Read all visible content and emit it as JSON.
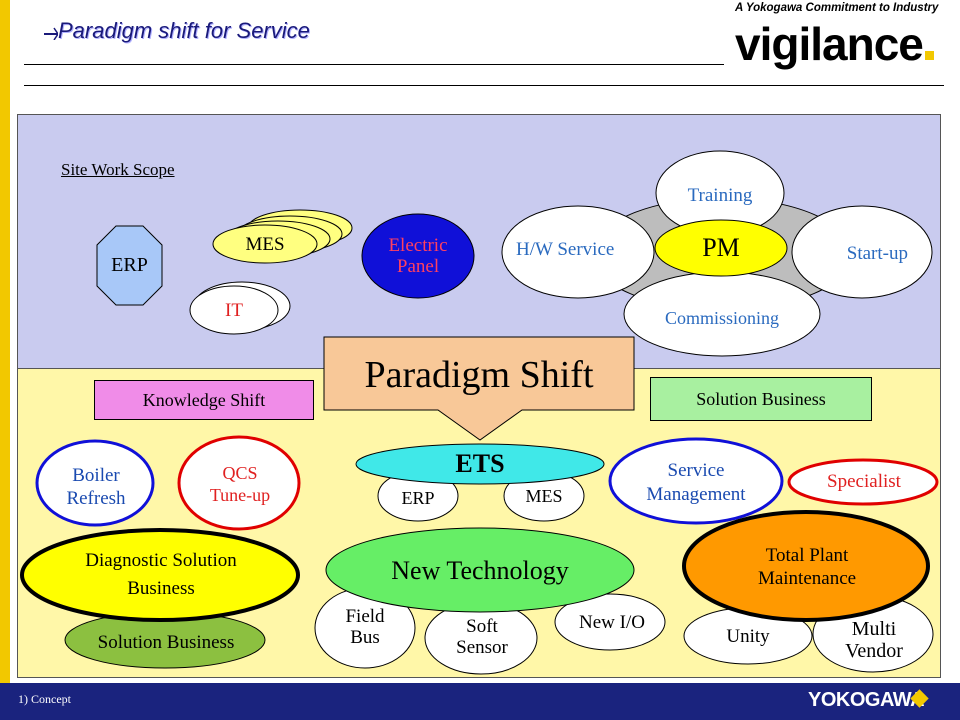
{
  "header": {
    "title": "Paradigm shift for Service",
    "tagline": "A Yokogawa Commitment to Industry",
    "brand": "vigilance"
  },
  "site_scope": {
    "label": "Site Work Scope",
    "erp": "ERP",
    "mes": "MES",
    "it": "IT",
    "electric_panel_1": "Electric",
    "electric_panel_2": "Panel"
  },
  "service_cycle": {
    "training": "Training",
    "hw_service": "H/W Service",
    "pm": "PM",
    "startup": "Start-up",
    "commissioning": "Commissioning"
  },
  "center": {
    "paradigm_shift": "Paradigm Shift",
    "knowledge_shift": "Knowledge Shift",
    "solution_business_box": "Solution Business",
    "ets": "ETS",
    "erp": "ERP",
    "mes": "MES",
    "new_technology": "New Technology",
    "field_bus_1": "Field",
    "field_bus_2": "Bus",
    "soft_sensor_1": "Soft",
    "soft_sensor_2": "Sensor",
    "new_io": "New I/O"
  },
  "left_group": {
    "boiler_1": "Boiler",
    "boiler_2": "Refresh",
    "qcs_1": "QCS",
    "qcs_2": "Tune-up",
    "diag_1": "Diagnostic Solution",
    "diag_2": "Business",
    "solution_business": "Solution Business"
  },
  "right_group": {
    "service_mgmt_1": "Service",
    "service_mgmt_2": "Management",
    "specialist": "Specialist",
    "tpm_1": "Total Plant",
    "tpm_2": "Maintenance",
    "unity": "Unity",
    "multi_1": "Multi",
    "multi_2": "Vendor"
  },
  "footer": {
    "concept": "1) Concept",
    "company": "YOKOGAWA"
  },
  "colors": {
    "top_panel": "#c9cbef",
    "bottom_panel": "#fff7a8",
    "accent_yellow": "#f2c800",
    "footer_navy": "#1a237e",
    "erp_octagon": "#a8c8f8",
    "electric_panel": "#1010d8",
    "pm": "#ffff00",
    "paradigm_shift": "#f8c898",
    "knowledge_shift": "#f08ce8",
    "solution_box": "#a8f0a0",
    "ets": "#40e8e8",
    "new_technology": "#66ee66",
    "diagnostic": "#ffff00",
    "solution_business": "#8cc040",
    "total_plant": "#ff9900"
  }
}
